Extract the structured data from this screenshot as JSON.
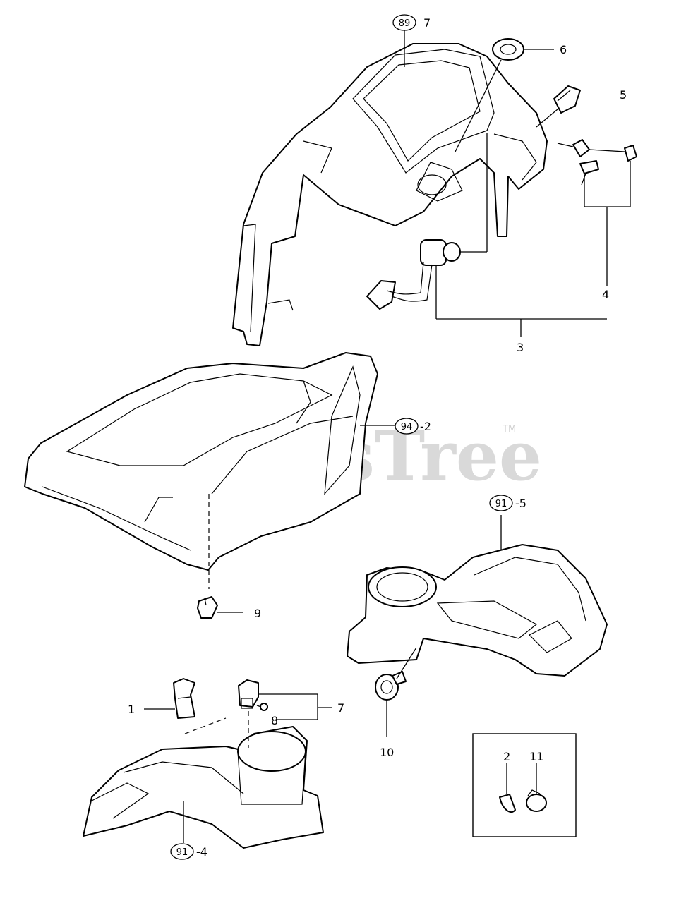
{
  "watermark": {
    "text": "PartsTree",
    "tm": "TM"
  },
  "callouts": {
    "ref_89_7": {
      "circle": "89",
      "suffix": "7"
    },
    "c6": "6",
    "c5": "5",
    "c4": "4",
    "c3": "3",
    "ref_94_2": {
      "circle": "94",
      "suffix": "-2"
    },
    "ref_91_5": {
      "circle": "91",
      "suffix": "-5"
    },
    "c9": "9",
    "c1": "1",
    "c7": "7",
    "c8": "8",
    "c10": "10",
    "ref_91_4": {
      "circle": "91",
      "suffix": "-4"
    },
    "inset_2": "2",
    "inset_11": "11"
  }
}
